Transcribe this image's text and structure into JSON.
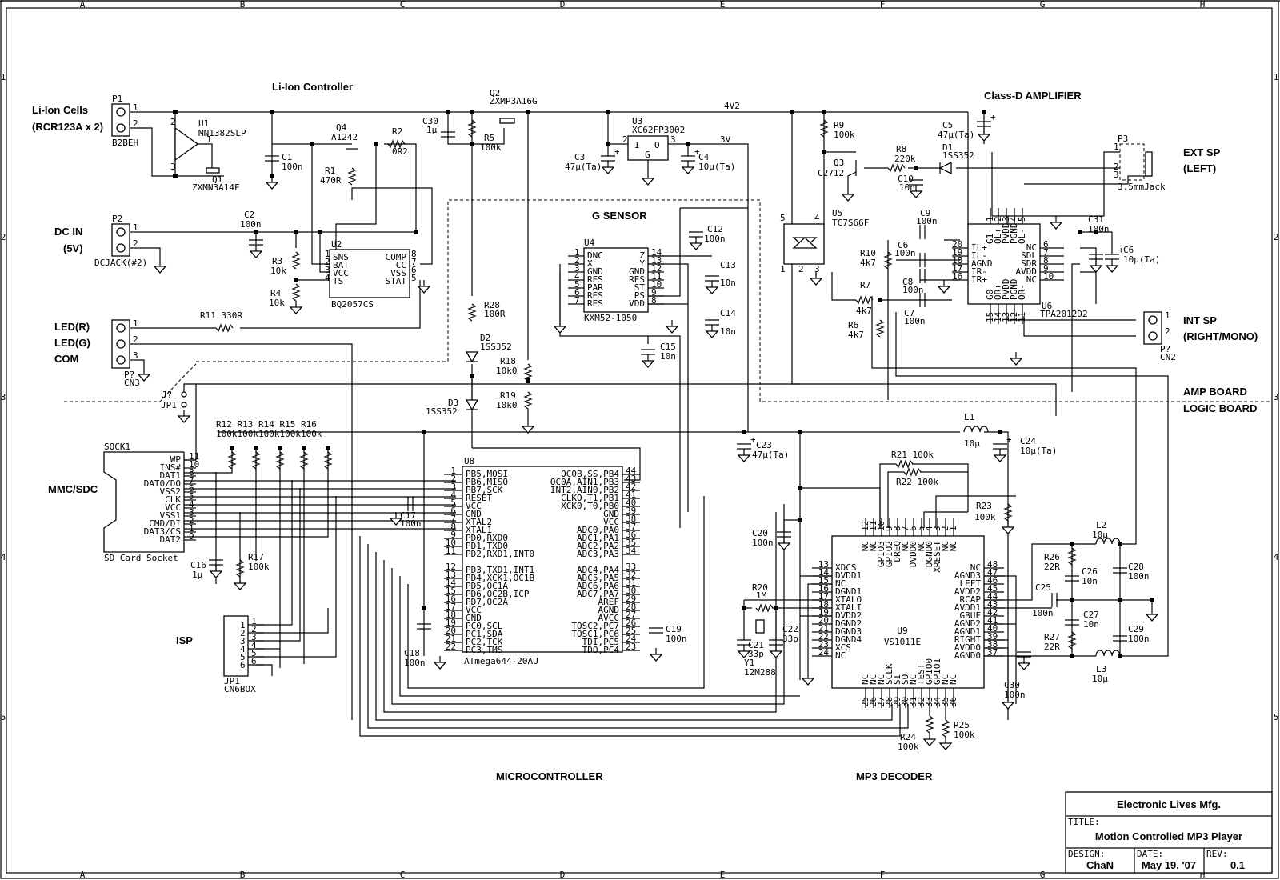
{
  "frame": {
    "col_markers": [
      "A",
      "B",
      "C",
      "D",
      "E",
      "F",
      "G",
      "H"
    ],
    "row_markers": [
      "1",
      "2",
      "3",
      "4",
      "5"
    ]
  },
  "sections": {
    "liion_cells": [
      "Li-Ion Cells",
      "(RCR123A x 2)"
    ],
    "liion_controller": "Li-Ion Controller",
    "dc_in": [
      "DC IN",
      "(5V)"
    ],
    "led": [
      "LED(R)",
      "LED(G)",
      "COM"
    ],
    "g_sensor": "G SENSOR",
    "class_d": "Class-D AMPLIFIER",
    "ext_sp": [
      "EXT SP",
      "(LEFT)"
    ],
    "int_sp": [
      "INT SP",
      "(RIGHT/MONO)"
    ],
    "amp_board": "AMP BOARD",
    "logic_board": "LOGIC BOARD",
    "mmc_sdc": "MMC/SDC",
    "isp": "ISP",
    "microcontroller": "MICROCONTROLLER",
    "mp3_decoder": "MP3 DECODER"
  },
  "nets": {
    "v42": "4V2",
    "v3": "3V"
  },
  "components": {
    "P1": {
      "ref": "P1",
      "part": "B2BEH"
    },
    "P2": {
      "ref": "P2",
      "part": "DCJACK(#2)"
    },
    "CN3": {
      "ref": "P?",
      "part": "CN3"
    },
    "U1": {
      "ref": "U1",
      "part": "MN1382SLP"
    },
    "Q1": {
      "ref": "Q1",
      "part": "ZXMN3A14F"
    },
    "C1": {
      "ref": "C1",
      "value": "100n"
    },
    "C2": {
      "ref": "C2",
      "value": "100n"
    },
    "Q4": {
      "ref": "Q4",
      "part": "A1242"
    },
    "R1": {
      "ref": "R1",
      "value": "470R"
    },
    "R2": {
      "ref": "R2",
      "value": "0R2"
    },
    "R3": {
      "ref": "R3",
      "value": "10k"
    },
    "R4": {
      "ref": "R4",
      "value": "10k"
    },
    "R11": {
      "ref": "R11",
      "value": "330R"
    },
    "U2": {
      "ref": "U2",
      "part": "BQ2057CS",
      "left_pins": [
        {
          "n": "1",
          "name": "SNS"
        },
        {
          "n": "2",
          "name": "BAT"
        },
        {
          "n": "3",
          "name": "VCC"
        },
        {
          "n": "4",
          "name": "TS"
        }
      ],
      "right_pins": [
        {
          "n": "8",
          "name": "COMP"
        },
        {
          "n": "7",
          "name": "CC"
        },
        {
          "n": "6",
          "name": "VSS"
        },
        {
          "n": "5",
          "name": "STAT"
        }
      ]
    },
    "C30a": {
      "ref": "C30",
      "value": "1µ"
    },
    "Q2": {
      "ref": "Q2",
      "part": "ZXMP3A16G"
    },
    "R5": {
      "ref": "R5",
      "value": "100k"
    },
    "U3": {
      "ref": "U3",
      "part": "XC62FP3002"
    },
    "C3": {
      "ref": "C3",
      "value": "47µ(Ta)"
    },
    "C4": {
      "ref": "C4",
      "value": "10µ(Ta)"
    },
    "U4": {
      "ref": "U4",
      "part": "KXM52-1050",
      "left_pins": [
        {
          "n": "1",
          "name": "DNC"
        },
        {
          "n": "2",
          "name": "X"
        },
        {
          "n": "3",
          "name": "GND"
        },
        {
          "n": "4",
          "name": "RES"
        },
        {
          "n": "5",
          "name": "PAR"
        },
        {
          "n": "6",
          "name": "RES"
        },
        {
          "n": "7",
          "name": "RES"
        }
      ],
      "right_pins": [
        {
          "n": "14",
          "name": "Z"
        },
        {
          "n": "13",
          "name": "Y"
        },
        {
          "n": "12",
          "name": "GND"
        },
        {
          "n": "11",
          "name": "RES"
        },
        {
          "n": "10",
          "name": "ST"
        },
        {
          "n": "9",
          "name": "PS"
        },
        {
          "n": "8",
          "name": "VDD"
        }
      ]
    },
    "C12": {
      "ref": "C12",
      "value": "100n"
    },
    "C13": {
      "ref": "C13",
      "value": "10n"
    },
    "C14": {
      "ref": "C14",
      "value": "10n"
    },
    "C15": {
      "ref": "C15",
      "value": "10n"
    },
    "R28": {
      "ref": "R28",
      "value": "100R"
    },
    "D2": {
      "ref": "D2",
      "part": "1SS352"
    },
    "D3": {
      "ref": "D3",
      "part": "1SS352"
    },
    "R18": {
      "ref": "R18",
      "value": "10k0"
    },
    "R19": {
      "ref": "R19",
      "value": "10k0"
    },
    "JP1": {
      "ref": "J?",
      "part": "JP1"
    },
    "R9": {
      "ref": "R9",
      "value": "100k"
    },
    "R8": {
      "ref": "R8",
      "value": "220k"
    },
    "Q3": {
      "ref": "Q3",
      "part": "C2712"
    },
    "C10": {
      "ref": "C10",
      "value": "10n"
    },
    "D1": {
      "ref": "D1",
      "part": "1SS352"
    },
    "C5": {
      "ref": "C5",
      "value": "47µ(Ta)"
    },
    "P3": {
      "ref": "P3",
      "part": "3.5mmJack"
    },
    "U5": {
      "ref": "U5",
      "part": "TC7S66F"
    },
    "C9": {
      "ref": "C9",
      "value": "100n"
    },
    "C6a": {
      "ref": "C6",
      "value": "100n"
    },
    "C8": {
      "ref": "C8",
      "value": "100n"
    },
    "C7": {
      "ref": "C7",
      "value": "100n"
    },
    "R10": {
      "ref": "R10",
      "value": "4k7"
    },
    "R7": {
      "ref": "R7",
      "value": "4k7"
    },
    "R6": {
      "ref": "R6",
      "value": "4k7"
    },
    "U6": {
      "ref": "U6",
      "part": "TPA2012D2",
      "left_pins": [
        {
          "n": "20",
          "name": "IL+"
        },
        {
          "n": "19",
          "name": "IL-"
        },
        {
          "n": "18",
          "name": "AGND"
        },
        {
          "n": "17",
          "name": "IR-"
        },
        {
          "n": "16",
          "name": "IR+"
        }
      ],
      "right_pins": [
        {
          "n": "6",
          "name": "NC"
        },
        {
          "n": "7",
          "name": "SDL"
        },
        {
          "n": "8",
          "name": "SDR"
        },
        {
          "n": "9",
          "name": "AVDD"
        },
        {
          "n": "10",
          "name": "NC"
        }
      ],
      "top_pins": [
        {
          "n": "1",
          "name": "G1"
        },
        {
          "n": "2",
          "name": "OL+"
        },
        {
          "n": "3",
          "name": "PVDD"
        },
        {
          "n": "4",
          "name": "PGND"
        },
        {
          "n": "5",
          "name": "OL-"
        }
      ],
      "bottom_pins": [
        {
          "n": "15",
          "name": "G0"
        },
        {
          "n": "14",
          "name": "OR+"
        },
        {
          "n": "13",
          "name": "PVDD"
        },
        {
          "n": "12",
          "name": "PGND"
        },
        {
          "n": "11",
          "name": "OR-"
        }
      ]
    },
    "C31": {
      "ref": "C31",
      "value": "100n"
    },
    "C6b": {
      "ref": "C6",
      "value": "10µ(Ta)"
    },
    "CN2": {
      "ref": "P?",
      "part": "CN2"
    },
    "SOCK1": {
      "ref": "SOCK1",
      "part": "SD Card Socket",
      "pins": [
        {
          "n": "11",
          "name": "WP"
        },
        {
          "n": "10",
          "name": "INS#"
        },
        {
          "n": "8",
          "name": "DAT1"
        },
        {
          "n": "7",
          "name": "DAT0/DO"
        },
        {
          "n": "6",
          "name": "VSS2"
        },
        {
          "n": "5",
          "name": "CLK"
        },
        {
          "n": "4",
          "name": "VCC"
        },
        {
          "n": "3",
          "name": "VSS1"
        },
        {
          "n": "2",
          "name": "CMD/DI"
        },
        {
          "n": "1",
          "name": "DAT3/CS"
        },
        {
          "n": "9",
          "name": "DAT2"
        }
      ]
    },
    "R12_16": {
      "refs": "R12 R13 R14 R15 R16",
      "values": "100k100k100k100k100k"
    },
    "C16": {
      "ref": "C16",
      "value": "1µ"
    },
    "R17": {
      "ref": "R17",
      "value": "100k"
    },
    "C17": {
      "ref": "C17",
      "value": "100n"
    },
    "C18": {
      "ref": "C18",
      "value": "100n"
    },
    "C19": {
      "ref": "C19",
      "value": "100n"
    },
    "JP1isp": {
      "ref": "JP1",
      "part": "CN6BOX",
      "pins": [
        "1",
        "2",
        "3",
        "4",
        "5",
        "6"
      ]
    },
    "U8": {
      "ref": "U8",
      "part": "ATmega644-20AU",
      "left_pins": [
        {
          "n": "1",
          "name": "PB5,MOSI"
        },
        {
          "n": "2",
          "name": "PB6,MISO"
        },
        {
          "n": "3",
          "name": "PB7,SCK"
        },
        {
          "n": "4",
          "name": "RESET"
        },
        {
          "n": "5",
          "name": "VCC"
        },
        {
          "n": "6",
          "name": "GND"
        },
        {
          "n": "7",
          "name": "XTAL2"
        },
        {
          "n": "8",
          "name": "XTAL1"
        },
        {
          "n": "9",
          "name": "PD0,RXD0"
        },
        {
          "n": "10",
          "name": "PD1,TXD0"
        },
        {
          "n": "11",
          "name": "PD2,RXD1,INT0"
        },
        {
          "n": "12",
          "name": "PD3,TXD1,INT1"
        },
        {
          "n": "13",
          "name": "PD4,XCK1,OC1B"
        },
        {
          "n": "14",
          "name": "PD5,OC1A"
        },
        {
          "n": "15",
          "name": "PD6,OC2B,ICP"
        },
        {
          "n": "16",
          "name": "PD7,OC2A"
        },
        {
          "n": "17",
          "name": "VCC"
        },
        {
          "n": "18",
          "name": "GND"
        },
        {
          "n": "19",
          "name": "PC0,SCL"
        },
        {
          "n": "20",
          "name": "PC1,SDA"
        },
        {
          "n": "21",
          "name": "PC2,TCK"
        },
        {
          "n": "22",
          "name": "PC3,TMS"
        }
      ],
      "right_pins": [
        {
          "n": "44",
          "name": "OC0B,SS,PB4"
        },
        {
          "n": "43",
          "name": "OC0A,AIN1,PB3"
        },
        {
          "n": "42",
          "name": "INT2,AIN0,PB2"
        },
        {
          "n": "41",
          "name": "CLKO,T1,PB1"
        },
        {
          "n": "40",
          "name": "XCK0,T0,PB0"
        },
        {
          "n": "39",
          "name": "GND"
        },
        {
          "n": "38",
          "name": "VCC"
        },
        {
          "n": "37",
          "name": "ADC0,PA0"
        },
        {
          "n": "36",
          "name": "ADC1,PA1"
        },
        {
          "n": "35",
          "name": "ADC2,PA2"
        },
        {
          "n": "34",
          "name": "ADC3,PA3"
        },
        {
          "n": "33",
          "name": "ADC4,PA4"
        },
        {
          "n": "32",
          "name": "ADC5,PA5"
        },
        {
          "n": "31",
          "name": "ADC6,PA6"
        },
        {
          "n": "30",
          "name": "ADC7,PA7"
        },
        {
          "n": "29",
          "name": "AREF"
        },
        {
          "n": "28",
          "name": "AGND"
        },
        {
          "n": "27",
          "name": "AVCC"
        },
        {
          "n": "26",
          "name": "TOSC2,PC7"
        },
        {
          "n": "25",
          "name": "TOSC1,PC6"
        },
        {
          "n": "24",
          "name": "TDI,PC5"
        },
        {
          "n": "23",
          "name": "TDO,PC4"
        }
      ]
    },
    "C23": {
      "ref": "C23",
      "value": "47µ(Ta)"
    },
    "L1": {
      "ref": "L1",
      "value": "10µ"
    },
    "C24": {
      "ref": "C24",
      "value": "10µ(Ta)"
    },
    "R21": {
      "ref": "R21",
      "value": "100k"
    },
    "R22": {
      "ref": "R22",
      "value": "100k"
    },
    "R23": {
      "ref": "R23",
      "value": "100k"
    },
    "C20": {
      "ref": "C20",
      "value": "100n"
    },
    "R20": {
      "ref": "R20",
      "value": "1M"
    },
    "C21": {
      "ref": "C21",
      "value": "33p"
    },
    "C22": {
      "ref": "C22",
      "value": "33p"
    },
    "Y1": {
      "ref": "Y1",
      "value": "12M288"
    },
    "U9": {
      "ref": "U9",
      "part": "VS1011E",
      "left_pins": [
        {
          "n": "13",
          "name": "XDCS"
        },
        {
          "n": "14",
          "name": "DVDD1"
        },
        {
          "n": "15",
          "name": "NC"
        },
        {
          "n": "16",
          "name": "DGND1"
        },
        {
          "n": "17",
          "name": "XTALO"
        },
        {
          "n": "18",
          "name": "XTALI"
        },
        {
          "n": "19",
          "name": "DVDD2"
        },
        {
          "n": "20",
          "name": "DGND2"
        },
        {
          "n": "21",
          "name": "DGND3"
        },
        {
          "n": "22",
          "name": "DGND4"
        },
        {
          "n": "23",
          "name": "XCS"
        },
        {
          "n": "24",
          "name": "NC"
        }
      ],
      "right_pins": [
        {
          "n": "48",
          "name": "NC"
        },
        {
          "n": "47",
          "name": "AGND3"
        },
        {
          "n": "46",
          "name": "LEFT"
        },
        {
          "n": "45",
          "name": "AVDD2"
        },
        {
          "n": "44",
          "name": "RCAP"
        },
        {
          "n": "43",
          "name": "AVDD1"
        },
        {
          "n": "42",
          "name": "GBUF"
        },
        {
          "n": "41",
          "name": "AGND2"
        },
        {
          "n": "40",
          "name": "AGND1"
        },
        {
          "n": "39",
          "name": "RIGHT"
        },
        {
          "n": "38",
          "name": "AVDD0"
        },
        {
          "n": "37",
          "name": "AGND0"
        }
      ],
      "top_pins": [
        {
          "n": "12",
          "name": "NC"
        },
        {
          "n": "11",
          "name": "NC"
        },
        {
          "n": "10",
          "name": "GPIO3"
        },
        {
          "n": "9",
          "name": "GPIO2"
        },
        {
          "n": "8",
          "name": "DREQ"
        },
        {
          "n": "7",
          "name": "NC"
        },
        {
          "n": "6",
          "name": "DVDD0"
        },
        {
          "n": "5",
          "name": "NC"
        },
        {
          "n": "4",
          "name": "DGND0"
        },
        {
          "n": "3",
          "name": "XRESET"
        },
        {
          "n": "2",
          "name": "NC"
        },
        {
          "n": "1",
          "name": "NC"
        }
      ],
      "bottom_pins": [
        {
          "n": "25",
          "name": "NC"
        },
        {
          "n": "26",
          "name": "NC"
        },
        {
          "n": "27",
          "name": "NC"
        },
        {
          "n": "28",
          "name": "SCLK"
        },
        {
          "n": "29",
          "name": "SI"
        },
        {
          "n": "30",
          "name": "SO"
        },
        {
          "n": "31",
          "name": "NC"
        },
        {
          "n": "32",
          "name": "TEST"
        },
        {
          "n": "33",
          "name": "GPIO0"
        },
        {
          "n": "34",
          "name": "GPIO1"
        },
        {
          "n": "35",
          "name": "NC"
        },
        {
          "n": "36",
          "name": "NC"
        }
      ]
    },
    "R24": {
      "ref": "R24",
      "value": "100k"
    },
    "R25": {
      "ref": "R25",
      "value": "100k"
    },
    "C25": {
      "ref": "C25",
      "value": "100n"
    },
    "R26": {
      "ref": "R26",
      "value": "22R"
    },
    "R27": {
      "ref": "R27",
      "value": "22R"
    },
    "C26": {
      "ref": "C26",
      "value": "10n"
    },
    "C27": {
      "ref": "C27",
      "value": "10n"
    },
    "C28": {
      "ref": "C28",
      "value": "100n"
    },
    "C29": {
      "ref": "C29",
      "value": "100n"
    },
    "L2": {
      "ref": "L2",
      "value": "10µ"
    },
    "L3": {
      "ref": "L3",
      "value": "10µ"
    },
    "C30b": {
      "ref": "C30",
      "value": "100n"
    }
  },
  "title_block": {
    "company": "Electronic Lives Mfg.",
    "title_label": "TITLE:",
    "title": "Motion Controlled MP3 Player",
    "design_label": "DESIGN:",
    "design": "ChaN",
    "date_label": "DATE:",
    "date": "May 19, '07",
    "rev_label": "REV:",
    "rev": "0.1"
  }
}
